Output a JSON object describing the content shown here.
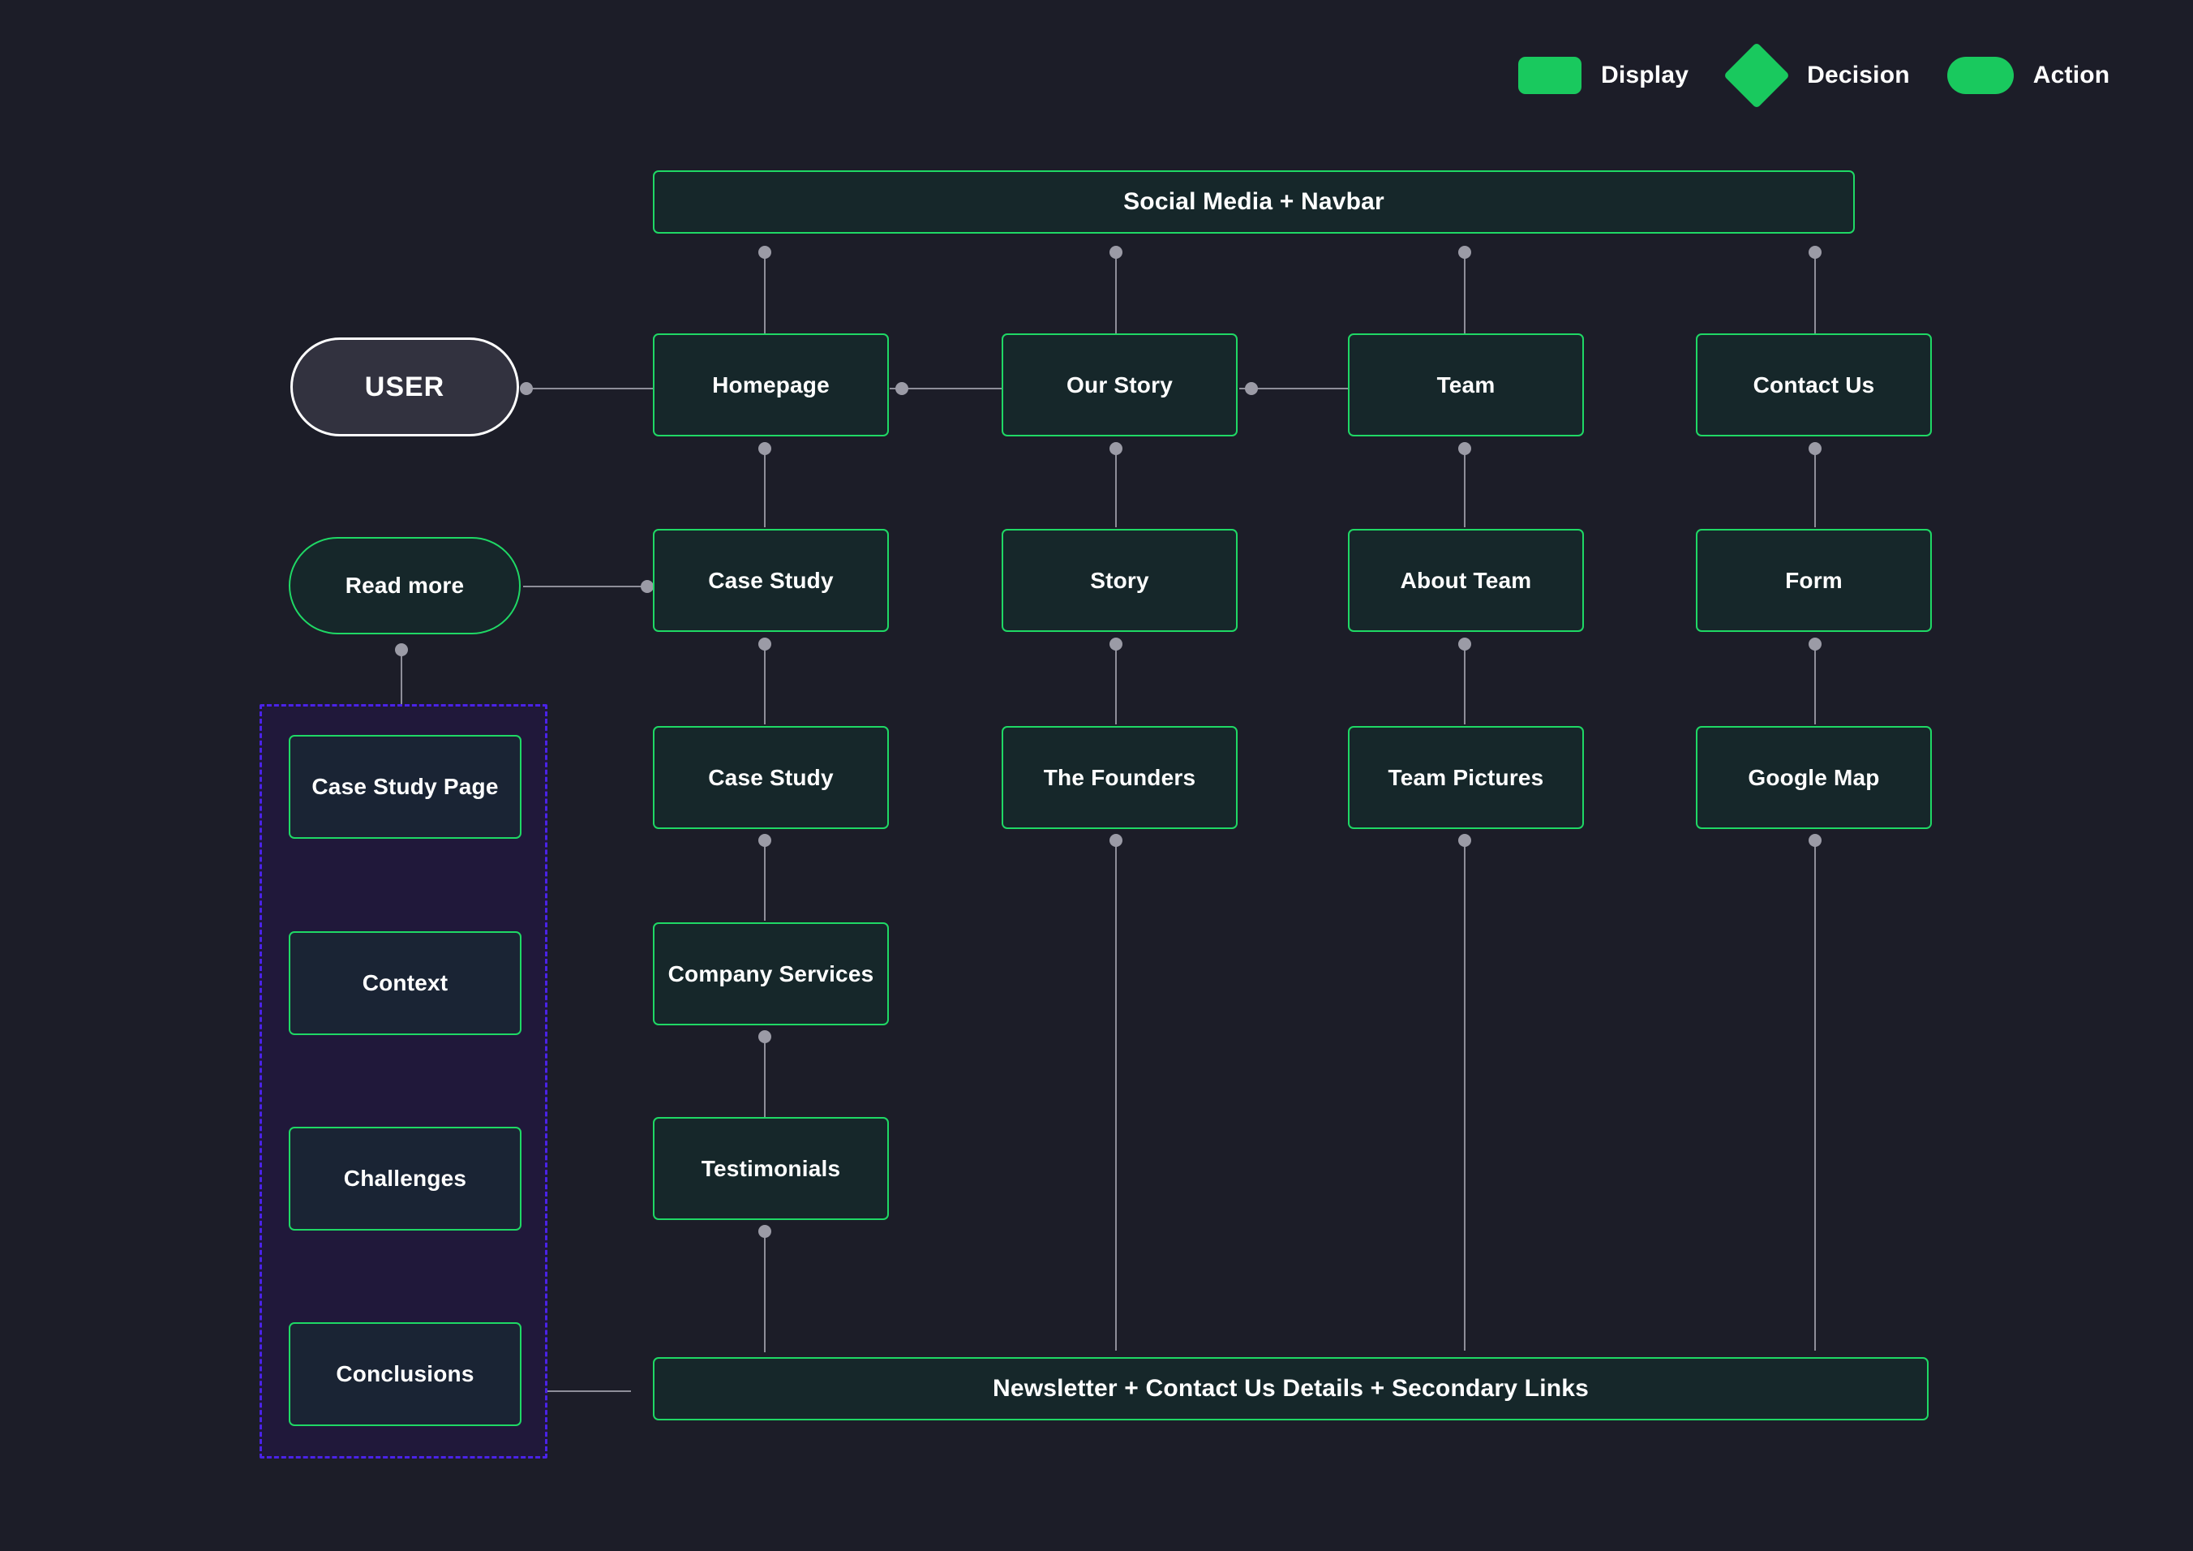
{
  "legend": {
    "items": [
      {
        "label": "Display",
        "shape": "rounded-rect",
        "color": "#19c95e"
      },
      {
        "label": "Decision",
        "shape": "diamond",
        "color": "#19c95e"
      },
      {
        "label": "Action",
        "shape": "stadium",
        "color": "#19c95e"
      }
    ]
  },
  "colors": {
    "background": "#1c1d28",
    "node_border": "#1fd865",
    "node_fill": "#16272a",
    "group_border": "#4a22e8",
    "group_fill": "#20183a",
    "connector": "#8e8e99",
    "user_border": "#ffffff",
    "user_fill": "#32323f",
    "accent": "#19c95e"
  },
  "nodes": {
    "top_bar": "Social Media + Navbar",
    "bottom_bar": "Newsletter + Contact Us Details + Secondary Links",
    "user": "USER",
    "read_more": "Read more",
    "columns": [
      {
        "name": "homepage-column",
        "cells": [
          "Homepage",
          "Case Study",
          "Case Study",
          "Company Services",
          "Testimonials"
        ]
      },
      {
        "name": "our-story-column",
        "cells": [
          "Our Story",
          "Story",
          "The Founders"
        ]
      },
      {
        "name": "team-column",
        "cells": [
          "Team",
          "About Team",
          "Team Pictures"
        ]
      },
      {
        "name": "contact-us-column",
        "cells": [
          "Contact Us",
          "Form",
          "Google Map"
        ]
      }
    ],
    "case_study_group": [
      "Case Study Page",
      "Context",
      "Challenges",
      "Conclusions"
    ]
  }
}
